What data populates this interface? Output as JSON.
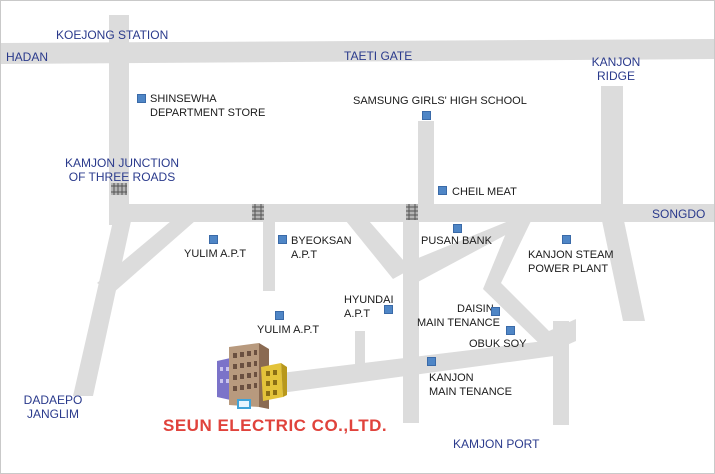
{
  "map": {
    "area_labels": {
      "koejong_station": "KOEJONG STATION",
      "hadan": "HADAN",
      "taeti_gate": "TAETI GATE",
      "kanjon_ridge": [
        "KANJON",
        "RIDGE"
      ],
      "kamjon_junction": [
        "KAMJON JUNCTION",
        "OF THREE ROADS"
      ],
      "songdo": "SONGDO",
      "dadaepo_janglim": [
        "DADAEPO",
        "JANGLIM"
      ],
      "kamjon_port": "KAMJON PORT"
    },
    "places": [
      {
        "id": "shinsewha",
        "lines": [
          "SHINSEWHA",
          "DEPARTMENT STORE"
        ]
      },
      {
        "id": "samsung-school",
        "lines": [
          "SAMSUNG GIRLS' HIGH SCHOOL"
        ]
      },
      {
        "id": "cheil-meat",
        "lines": [
          "CHEIL MEAT"
        ]
      },
      {
        "id": "yulim-apt-1",
        "lines": [
          "YULIM A.P.T"
        ]
      },
      {
        "id": "byeoksan-apt",
        "lines": [
          "BYEOKSAN",
          "A.P.T"
        ]
      },
      {
        "id": "pusan-bank",
        "lines": [
          "PUSAN BANK"
        ]
      },
      {
        "id": "kanjon-steam",
        "lines": [
          "KANJON STEAM",
          "POWER PLANT"
        ]
      },
      {
        "id": "hyundai-apt",
        "lines": [
          "HYUNDAI",
          "A.P.T"
        ]
      },
      {
        "id": "daisin",
        "lines": [
          "DAISIN",
          "MAIN TENANCE"
        ]
      },
      {
        "id": "yulim-apt-2",
        "lines": [
          "YULIM A.P.T"
        ]
      },
      {
        "id": "obuk-soy",
        "lines": [
          "OBUK SOY"
        ]
      },
      {
        "id": "kanjon-maintenance",
        "lines": [
          "KANJON",
          "MAIN TENANCE"
        ]
      }
    ],
    "company": "SEUN ELECTRIC CO.,LTD."
  },
  "colors": {
    "road": "#dcdcdc",
    "marker": "#4f86c6",
    "area_text": "#2a3a8c",
    "company_text": "#e0433c"
  }
}
